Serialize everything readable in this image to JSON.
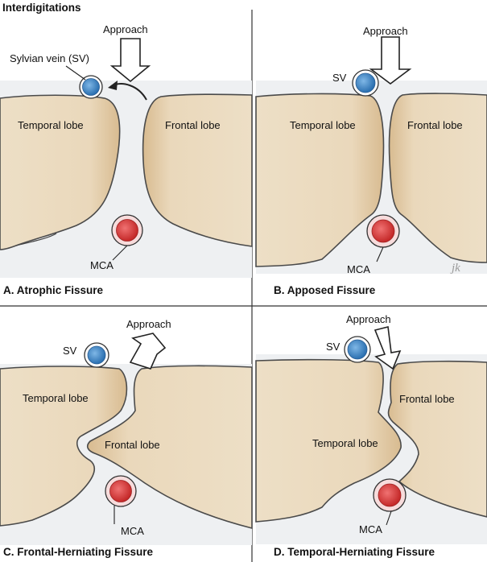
{
  "title": "Interdigitations",
  "panels": {
    "a": {
      "caption": "A. Atrophic Fissure",
      "approach": "Approach",
      "vein": "Sylvian vein (SV)",
      "left_lobe": "Temporal lobe",
      "right_lobe": "Frontal lobe",
      "artery": "MCA"
    },
    "b": {
      "caption": "B. Apposed Fissure",
      "approach": "Approach",
      "vein": "SV",
      "left_lobe": "Temporal lobe",
      "right_lobe": "Frontal lobe",
      "artery": "MCA",
      "signature": "jk"
    },
    "c": {
      "caption": "C. Frontal-Herniating Fissure",
      "approach": "Approach",
      "vein": "SV",
      "left_lobe": "Temporal lobe",
      "right_lobe": "Frontal lobe",
      "artery": "MCA"
    },
    "d": {
      "caption": "D. Temporal-Herniating Fissure",
      "approach": "Approach",
      "vein": "SV",
      "left_lobe": "Temporal lobe",
      "right_lobe": "Frontal lobe",
      "artery": "MCA"
    }
  },
  "colors": {
    "lobe": "#ecdcc2",
    "lobe_edge": "#d9bf98",
    "vein": "#3f86c6",
    "artery": "#d63a3a",
    "fissure": "#e9ecee",
    "divider": "#333333"
  }
}
